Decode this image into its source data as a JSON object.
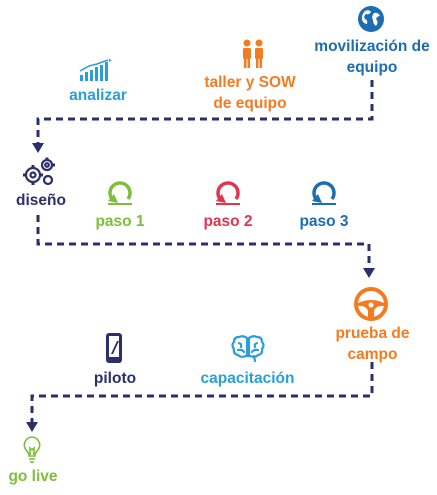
{
  "colors": {
    "blue_dark": "#1c6db1",
    "light_blue": "#2a9fd6",
    "orange": "#f47b20",
    "navy": "#2b2f6b",
    "green": "#7dbf3a",
    "pink": "#e2334f",
    "connector": "#2b2f6b"
  },
  "steps": {
    "movilizacion": {
      "label_line1": "movilización de",
      "label_line2": "equipo",
      "icon": "globe-icon"
    },
    "taller": {
      "label_line1": "taller y SOW",
      "label_line2": "de equipo",
      "icon": "people-icon"
    },
    "analizar": {
      "label": "analizar",
      "icon": "bar-chart-icon"
    },
    "diseno": {
      "label": "diseño",
      "icon": "gears-icon"
    },
    "paso1": {
      "label": "paso 1",
      "icon": "cycle-icon"
    },
    "paso2": {
      "label": "paso 2",
      "icon": "cycle-icon"
    },
    "paso3": {
      "label": "paso 3",
      "icon": "cycle-icon"
    },
    "prueba": {
      "label_line1": "prueba de",
      "label_line2": "campo",
      "icon": "steering-wheel-icon"
    },
    "piloto": {
      "label": "piloto",
      "icon": "phone-icon"
    },
    "capacitacion": {
      "label": "capacitación",
      "icon": "brain-icon"
    },
    "golive": {
      "label": "go live",
      "icon": "lightbulb-icon"
    }
  }
}
